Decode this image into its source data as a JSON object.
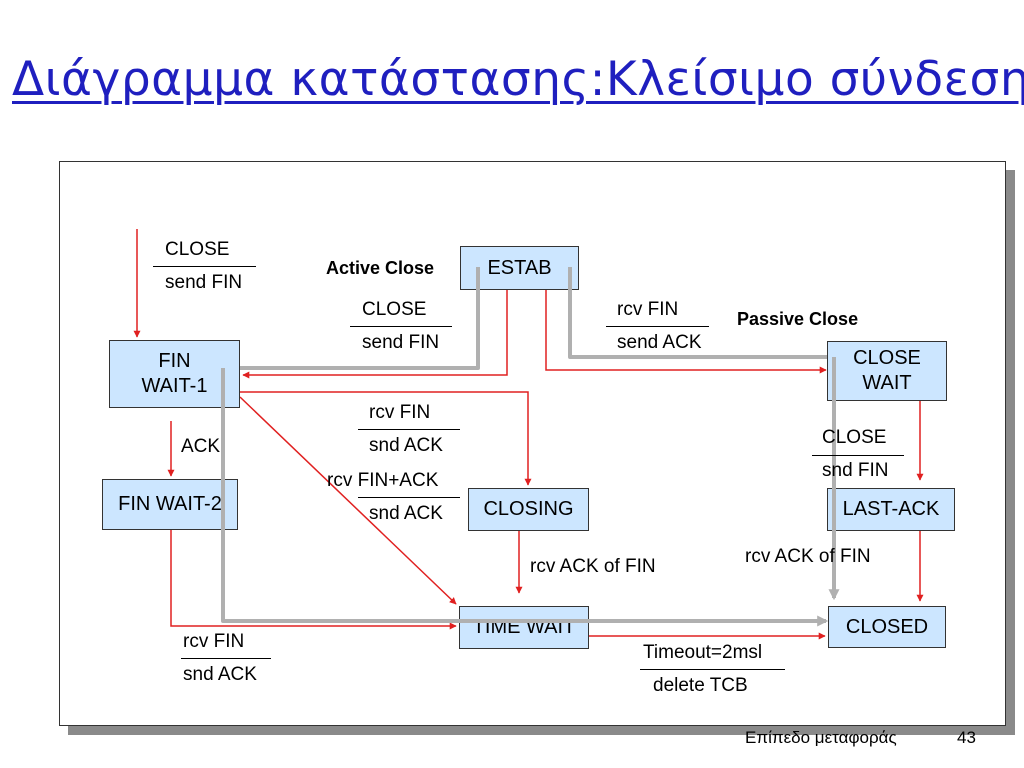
{
  "title": "Διάγραμμα κατάστασης:Κλείσιμο σύνδεσης",
  "footer": {
    "text": "Επίπεδο μεταφοράς",
    "page": "43"
  },
  "colors": {
    "title": "#1f1fbf",
    "state_fill": "#cce6ff",
    "transition_arrow": "#e02020",
    "path_highlight": "#b0b0b0"
  },
  "diagram": {
    "states": {
      "estab": "ESTAB",
      "fin_wait_1_line1": "FIN",
      "fin_wait_1_line2": "WAIT-1",
      "fin_wait_2": "FIN WAIT-2",
      "closing": "CLOSING",
      "time_wait": "TIME WAIT",
      "close_wait_line1": "CLOSE",
      "close_wait_line2": "WAIT",
      "last_ack": "LAST-ACK",
      "closed": "CLOSED"
    },
    "headings": {
      "active_close": "Active Close",
      "passive_close": "Passive Close"
    },
    "transitions": {
      "start_event": "CLOSE",
      "start_action": "send FIN",
      "estab_close_event": "CLOSE",
      "estab_close_action": "send FIN",
      "estab_rcv_fin_event": "rcv FIN",
      "estab_rcv_fin_action": "send ACK",
      "fw1_rcv_fin_event": "rcv FIN",
      "fw1_rcv_fin_action": "snd ACK",
      "fw1_rcv_fin_ack_event": "rcv FIN+ACK",
      "fw1_rcv_fin_ack_action": "snd ACK",
      "fw1_ack": "ACK",
      "closing_ack_fin": "rcv ACK of FIN",
      "fw2_rcv_fin_event": "rcv FIN",
      "fw2_rcv_fin_action": "snd ACK",
      "close_wait_event": "CLOSE",
      "close_wait_action": "snd FIN",
      "last_ack_fin": "rcv ACK of FIN",
      "timeout_event": "Timeout=2msl",
      "timeout_action": "delete TCB"
    }
  }
}
